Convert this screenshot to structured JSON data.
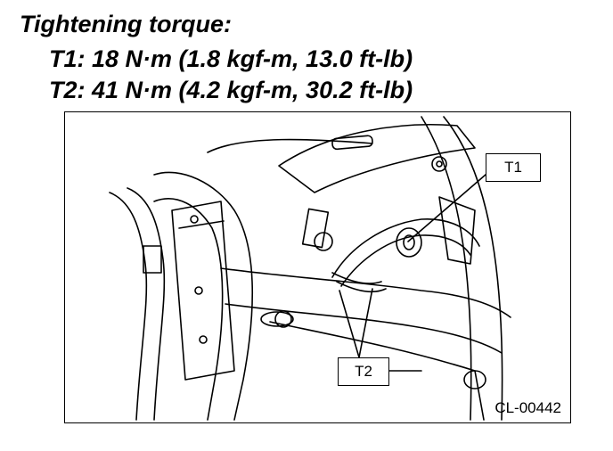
{
  "heading": {
    "title": "Tightening torque:",
    "lines": [
      {
        "key": "T1",
        "text": "T1: 18 N·m (1.8 kgf-m, 13.0 ft-lb)"
      },
      {
        "key": "T2",
        "text": "T2: 41 N·m (4.2 kgf-m, 30.2 ft-lb)"
      }
    ]
  },
  "figure": {
    "callouts": {
      "t1": "T1",
      "t2": "T2"
    },
    "id": "CL-00442"
  }
}
